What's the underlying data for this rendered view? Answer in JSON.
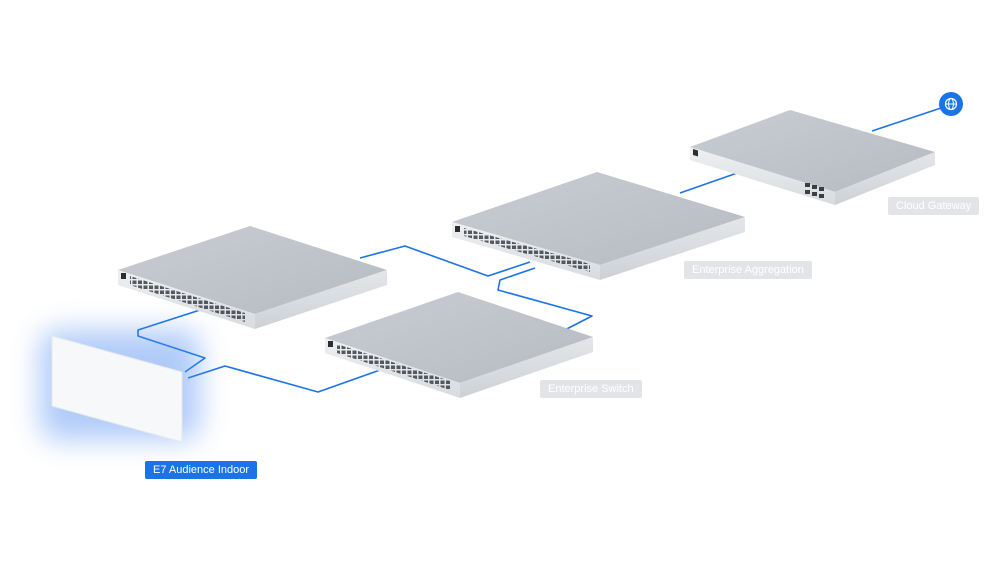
{
  "labels": {
    "cloud_gateway": "Cloud Gateway",
    "enterprise_aggregation": "Enterprise Aggregation",
    "enterprise_switch": "Enterprise Switch",
    "e7_audience_indoor": "E7 Audience Indoor"
  },
  "internet_icon": "globe-icon",
  "colors": {
    "link_line": "#1a74e8",
    "active_label": "#1a74e8",
    "muted_label": "#e2e4e8",
    "device_body": "#cfd3d9",
    "ap_glow": "#4f8cf0"
  }
}
